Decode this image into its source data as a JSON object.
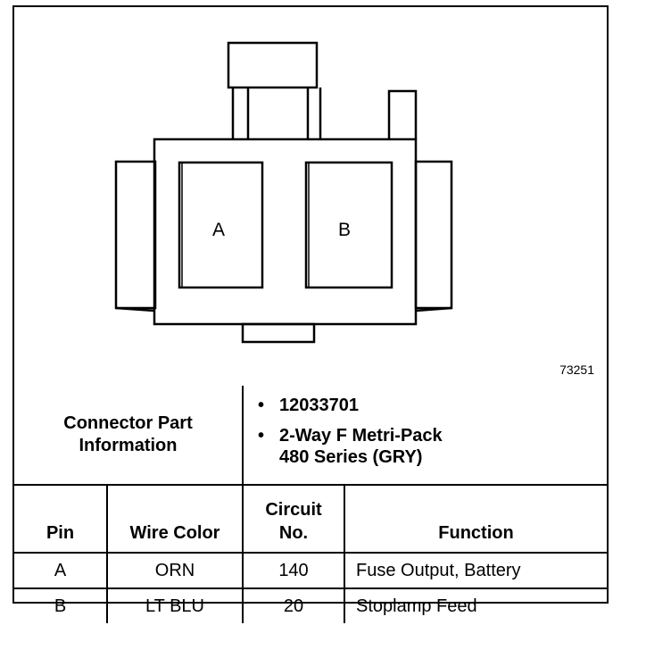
{
  "diagram": {
    "pin_a_label": "A",
    "pin_b_label": "B",
    "figure_number": "73251"
  },
  "info": {
    "label_line1": "Connector Part",
    "label_line2": "Information",
    "part_number": "12033701",
    "description_line1": "2-Way F Metri-Pack",
    "description_line2": "480 Series (GRY)",
    "bullet": "•"
  },
  "table": {
    "headers": {
      "pin": "Pin",
      "wire_color": "Wire Color",
      "circuit_line1": "Circuit",
      "circuit_line2": "No.",
      "function": "Function"
    },
    "rows": [
      {
        "pin": "A",
        "wire_color": "ORN",
        "circuit": "140",
        "function": "Fuse Output, Battery"
      },
      {
        "pin": "B",
        "wire_color": "LT BLU",
        "circuit": "20",
        "function": "Stoplamp Feed"
      }
    ]
  }
}
